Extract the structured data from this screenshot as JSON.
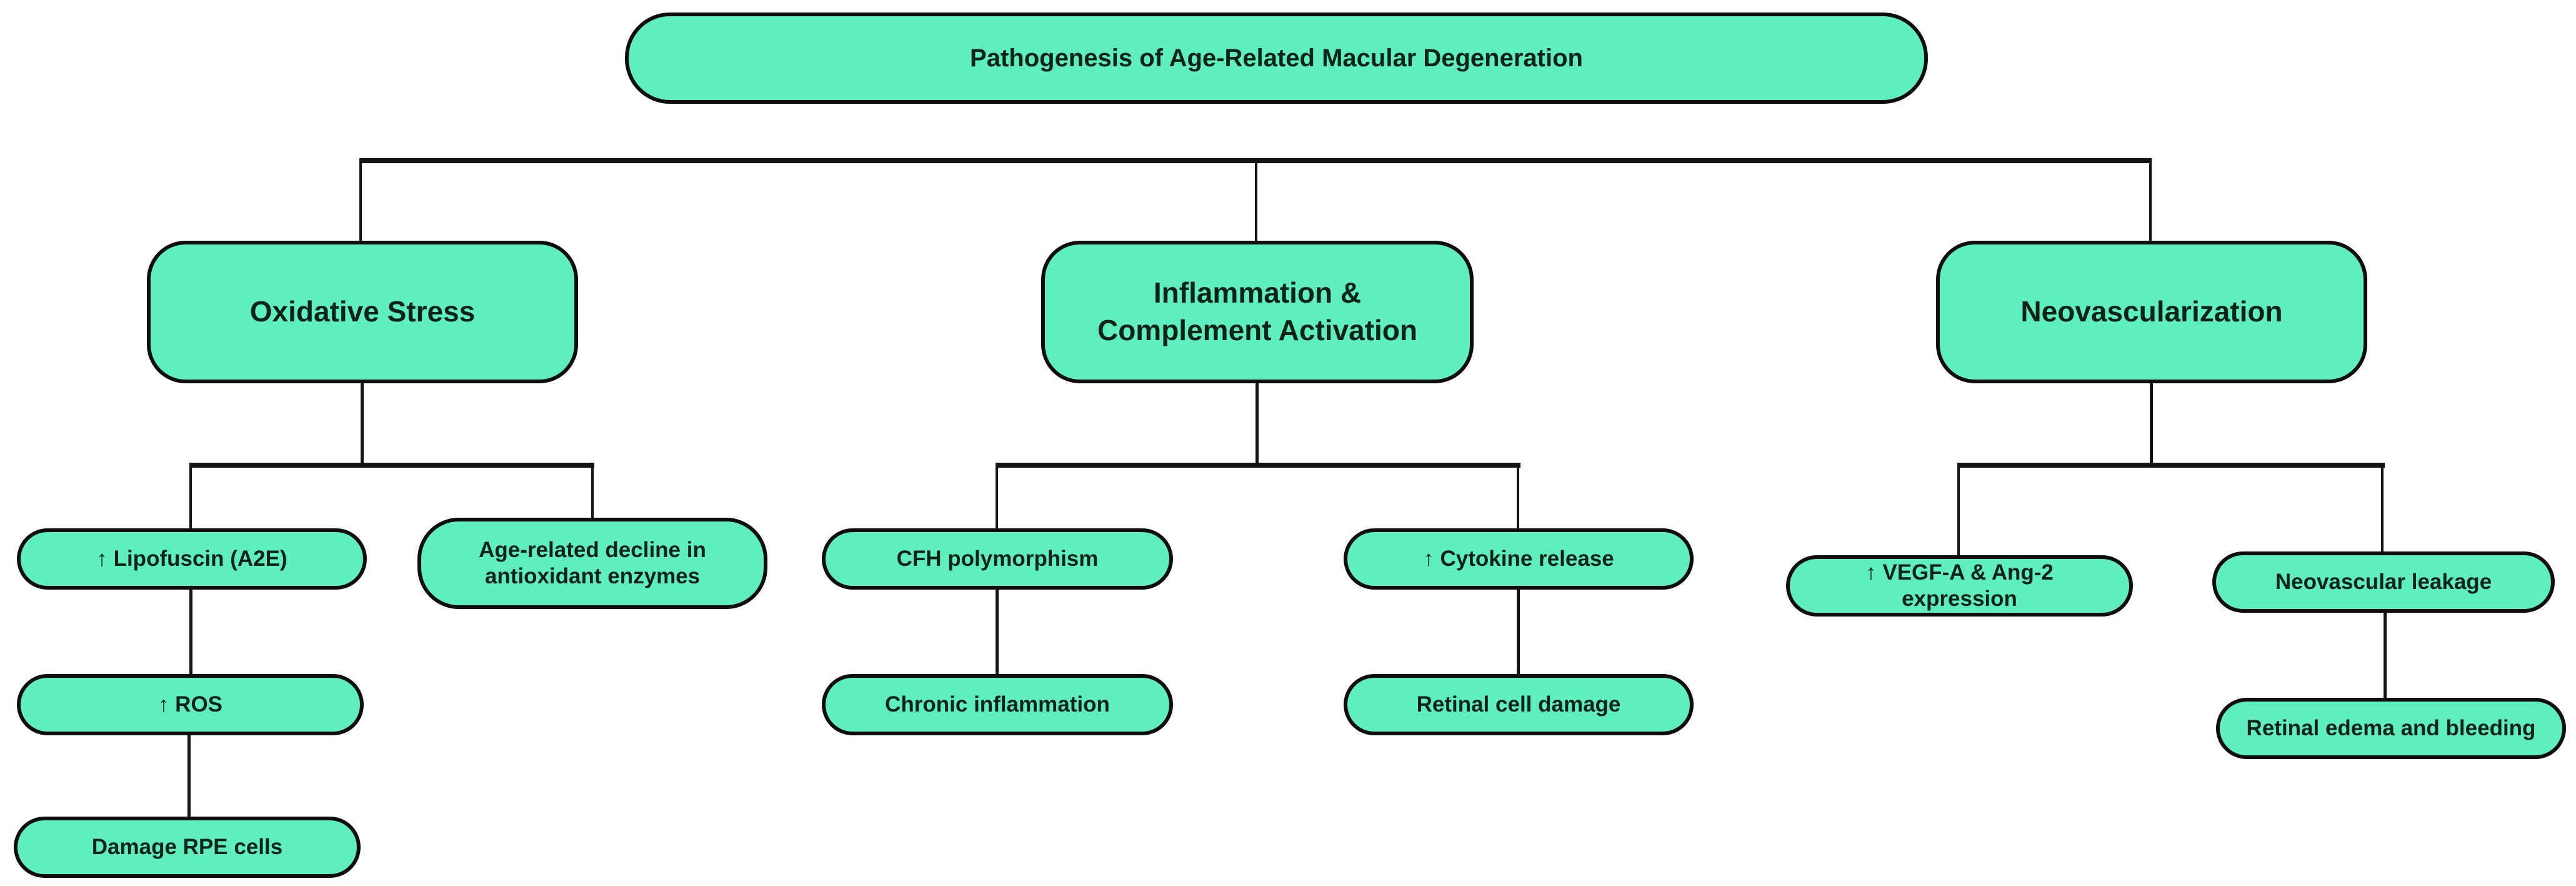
{
  "colors": {
    "background": "#ffffff",
    "node_fill": "#5feec0",
    "node_border": "#0d0d0d",
    "node_text": "#0b2417",
    "connector": "#141414"
  },
  "flowchart": {
    "title": {
      "label": "Pathogenesis of Age-Related Macular Degeneration"
    },
    "oxidative_stress": {
      "label": "Oxidative Stress",
      "lipofuscin": {
        "label": "↑ Lipofuscin (A2E)",
        "ros": {
          "label": "↑ ROS",
          "damage_rpe_cells": {
            "label": "Damage RPE cells"
          }
        }
      },
      "antioxidant_decline": {
        "label": "Age-related decline in antioxidant enzymes"
      }
    },
    "inflammation_complement": {
      "label": "Inflammation & Complement Activation",
      "cfh_polymorphism": {
        "label": "CFH polymorphism",
        "chronic_inflammation": {
          "label": "Chronic inflammation"
        }
      },
      "cytokine_release": {
        "label": "↑ Cytokine release",
        "retinal_cell_damage": {
          "label": "Retinal cell damage"
        }
      }
    },
    "neovascularization": {
      "label": "Neovascularization",
      "vegf_ang2": {
        "label": "↑ VEGF-A & Ang-2 expression"
      },
      "neovascular_leakage": {
        "label": "Neovascular leakage",
        "retinal_edema_bleeding": {
          "label": "Retinal edema and bleeding"
        }
      }
    }
  }
}
